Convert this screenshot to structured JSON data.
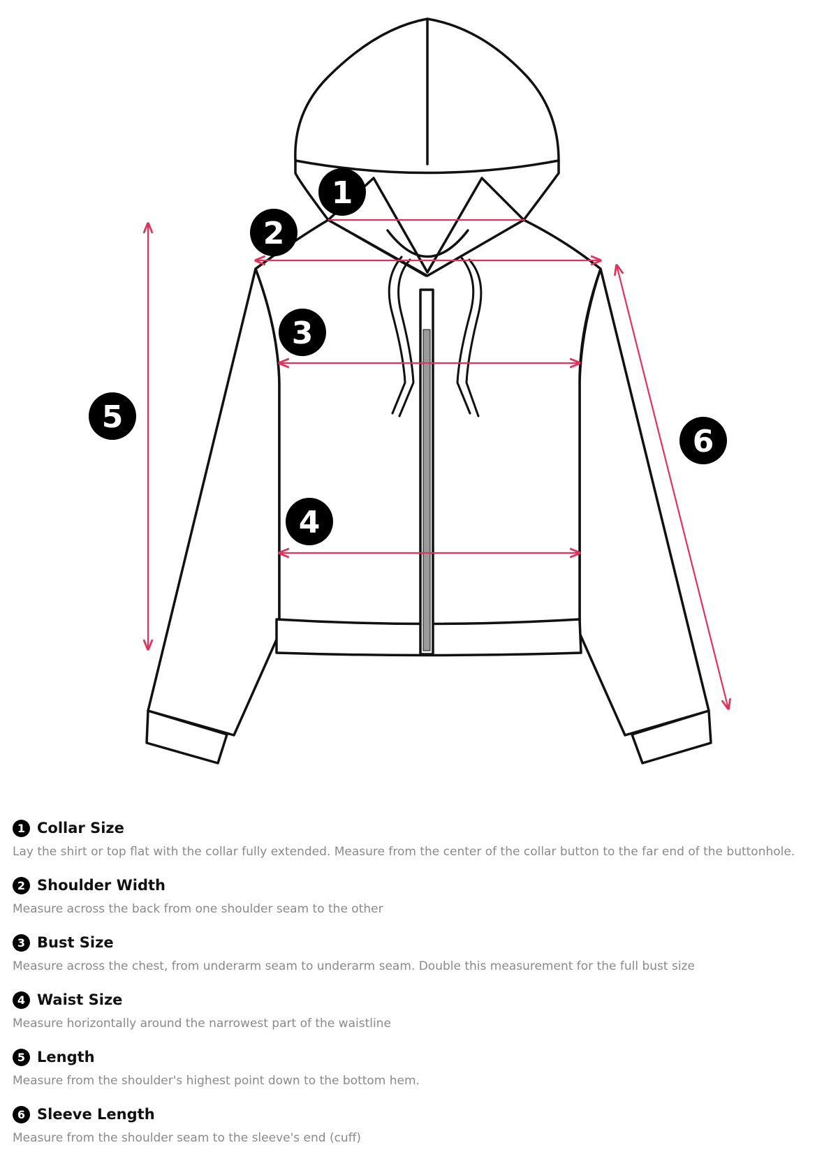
{
  "markers": [
    "1",
    "2",
    "3",
    "4",
    "5",
    "6"
  ],
  "colors": {
    "measure_line": "#e0325a",
    "outline": "#111111",
    "marker_bg": "#000000",
    "desc_text": "#8a8a8a"
  },
  "legend": [
    {
      "num": "1",
      "title": "Collar Size",
      "desc": "Lay the shirt or top flat with the collar fully extended. Measure from the center of the collar button to the far end of the buttonhole."
    },
    {
      "num": "2",
      "title": "Shoulder Width",
      "desc": "Measure across the back from one shoulder seam to the other"
    },
    {
      "num": "3",
      "title": "Bust Size",
      "desc": "Measure across the chest, from underarm seam to underarm seam. Double this measurement for the full bust size"
    },
    {
      "num": "4",
      "title": "Waist Size",
      "desc": "Measure horizontally around the narrowest part of the waistline"
    },
    {
      "num": "5",
      "title": "Length",
      "desc": "Measure from the shoulder's highest point down to the bottom hem."
    },
    {
      "num": "6",
      "title": "Sleeve Length",
      "desc": "Measure from the shoulder seam to the sleeve's end (cuff)"
    }
  ]
}
